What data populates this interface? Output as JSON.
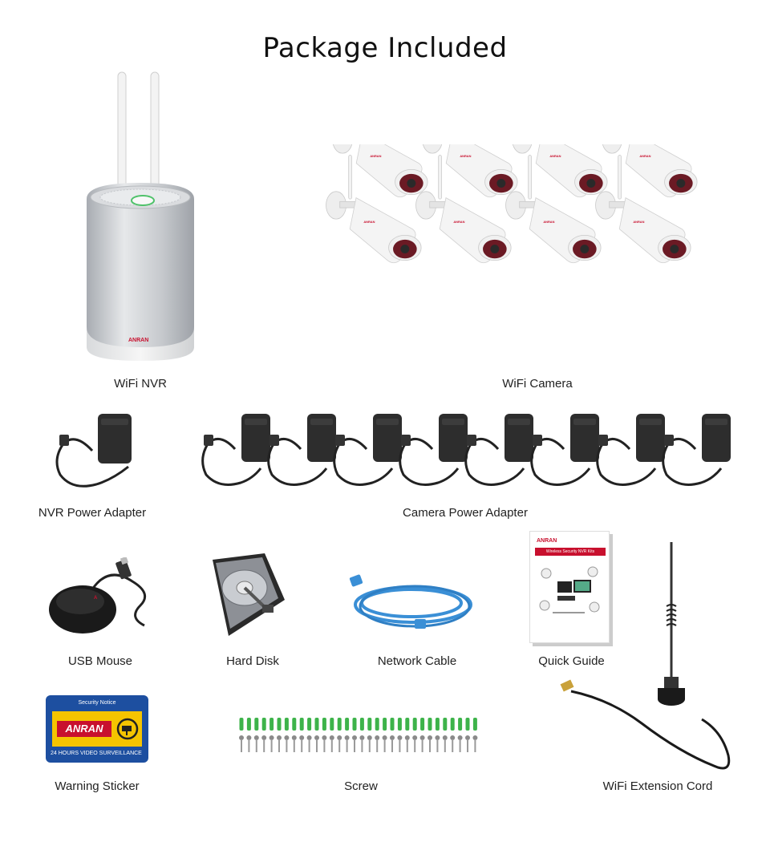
{
  "page": {
    "title": "Package Included"
  },
  "items": {
    "nvr": {
      "label": "WiFi NVR",
      "brand": "ANRAN"
    },
    "camera": {
      "label": "WiFi Camera",
      "brand": "ANRAN",
      "count": 8
    },
    "nvr_adapter": {
      "label": "NVR Power Adapter",
      "count": 1
    },
    "camera_adapter": {
      "label": "Camera Power Adapter",
      "count": 8
    },
    "mouse": {
      "label": "USB Mouse"
    },
    "hdd": {
      "label": "Hard Disk"
    },
    "cable": {
      "label": "Network Cable"
    },
    "guide": {
      "label": "Quick Guide",
      "brand": "ANRAN",
      "heading": "Wireless Security NVR Kits"
    },
    "sticker": {
      "label": "Warning Sticker",
      "header": "Security Notice",
      "brand": "ANRAN",
      "footer": "24 HOURS VIDEO SURVEILLANCE"
    },
    "screw": {
      "label": "Screw"
    },
    "extension": {
      "label": "WiFi Extension Cord"
    }
  },
  "colors": {
    "brand_red": "#c8102e",
    "sticker_blue": "#1d4fa0",
    "sticker_yellow": "#f5c400",
    "cable_blue": "#3a8fd6",
    "anchor_green": "#3db34a",
    "nvr_silver": "#c9ccd0"
  }
}
